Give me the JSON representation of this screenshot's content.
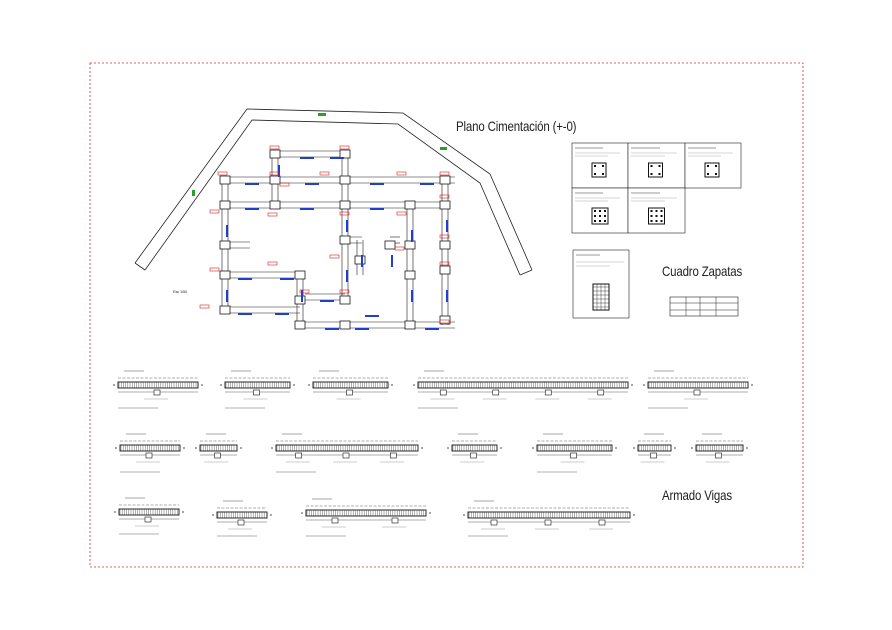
{
  "drawing": {
    "plan_title": "Plano Cimentación (+-0)",
    "footings_title": "Cuadro Zapatas",
    "beams_title": "Armado Vigas",
    "scale_note": "Esc 1/50"
  },
  "colors": {
    "border": "#d03030",
    "walls": "#1a1a1a",
    "beams": "#1f3fd0",
    "footings": "#d02020",
    "markers": "#2aa02a"
  },
  "icons": [
    "footing-plan-icon",
    "beam-section-icon"
  ]
}
